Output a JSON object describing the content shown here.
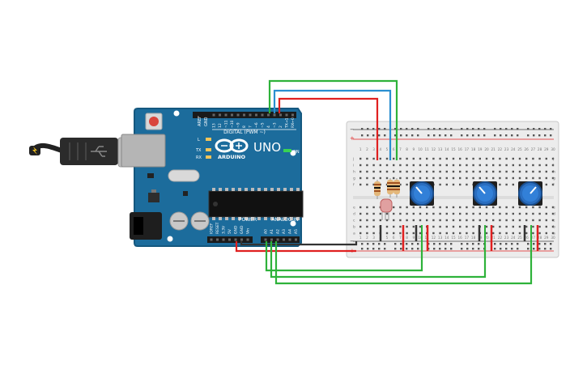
{
  "board": {
    "brand": "ARDUINO",
    "model": "UNO",
    "digital_label": "DIGITAL (PWM ~)",
    "power_label": "POWER",
    "analog_label": "ANALOG IN",
    "on_label": "ON",
    "tx_label": "TX",
    "rx_label": "RX",
    "l_label": "L",
    "aref_label": "AREF",
    "gnd_label": "GND",
    "digital_pins": [
      "13",
      "12",
      "~11",
      "~10",
      "~9",
      "8",
      "7",
      "~6",
      "~5",
      "4",
      "~3",
      "2",
      "TX→1",
      "RX←0"
    ],
    "power_pins": [
      "IOREF",
      "RESET",
      "3.3V",
      "5V",
      "GND",
      "GND",
      "Vin"
    ],
    "analog_pins": [
      "A0",
      "A1",
      "A2",
      "A3",
      "A4",
      "A5"
    ]
  },
  "breadboard": {
    "column_numbers": [
      "1",
      "2",
      "3",
      "4",
      "5",
      "6",
      "7",
      "8",
      "9",
      "10",
      "11",
      "12",
      "13",
      "14",
      "15",
      "16",
      "17",
      "18",
      "19",
      "20",
      "21",
      "22",
      "23",
      "24",
      "25",
      "26",
      "27",
      "28",
      "29",
      "30"
    ],
    "row_letters_top": [
      "j",
      "i",
      "h",
      "g",
      "f"
    ],
    "row_letters_bottom": [
      "e",
      "d",
      "c",
      "b",
      "a"
    ],
    "rail_plus": "+",
    "rail_minus": "−"
  },
  "colors": {
    "board": "#1c6c9c",
    "board_edge": "#15587f",
    "wire_red": "#e02020",
    "wire_green": "#2eb23a",
    "wire_blue": "#2a8fd0",
    "wire_black": "#333333",
    "pot_knob": "#2a6ec0",
    "breadboard": "#ececec"
  }
}
